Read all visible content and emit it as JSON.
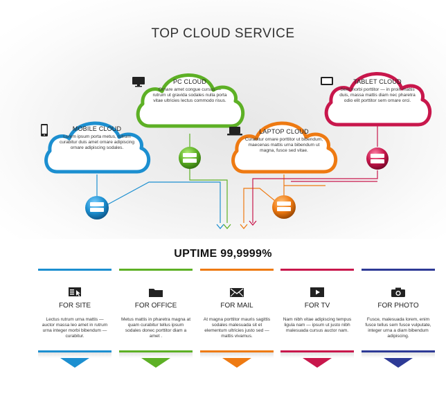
{
  "title": "TOP CLOUD SERVICE",
  "clouds": [
    {
      "title": "MOBILE CLOUD",
      "text": "Lorem ipsum porta metus, rutrum curabitur duis amet ornare adipiscing ornare adipiscing sodales.",
      "color": "#1c8fd0",
      "icon": "smartphone-icon"
    },
    {
      "title": "PC CLOUD",
      "text": "Ornare amet congue cursus — rutrum ut gravida sodales nulla porta vitae ultricies lectus commodo risus.",
      "color": "#5db025",
      "icon": "monitor-icon"
    },
    {
      "title": "LAPTOP CLOUD",
      "text": "Curabitur ornare porttitor ut bibendum, maecenas mattis urna bibendum ut magna, fusce sed vitae.",
      "color": "#ee7a12",
      "icon": "laptop-icon"
    },
    {
      "title": "TABLET CLOUD",
      "text": "Sem morbi porttitor — in proin mattis duis, massa mattis diam nec pharetra odio elit porttitor sem ornare orci.",
      "color": "#c8174c",
      "icon": "tablet-icon"
    }
  ],
  "uptime": "UPTIME 99,9999%",
  "services": [
    {
      "label": "FOR SITE",
      "text": "Lectus rutrum urna mattis — auctor massa leo amet in rutrum urna integer morbi bibendum — curabitur.",
      "color": "#1c8fd0",
      "icon": "website-icon"
    },
    {
      "label": "FOR OFFICE",
      "text": "Metus mattis in pharetra magna at quam curabitur tellus ipsum sodales donec porttitor diam a amet .",
      "color": "#5db025",
      "icon": "folder-icon"
    },
    {
      "label": "FOR MAIL",
      "text": "At magna porttitor mauris sagittis sodales malesuada sit et elementum ultricies justo sed — mattis vivamus.",
      "color": "#ee7a12",
      "icon": "envelope-icon"
    },
    {
      "label": "FOR TV",
      "text": "Nam nibh vitae adipiscing tempus ligula nam — ipsum ut justo nibh malesuada cursus auctor nam.",
      "color": "#c8174c",
      "icon": "tv-play-icon"
    },
    {
      "label": "FOR PHOTO",
      "text": "Fusce, malesuada lorem, enim fusce tellus sem fusce vulputate, integer urna a diam bibendum adipiscing.",
      "color": "#2e3a96",
      "icon": "camera-icon"
    }
  ]
}
